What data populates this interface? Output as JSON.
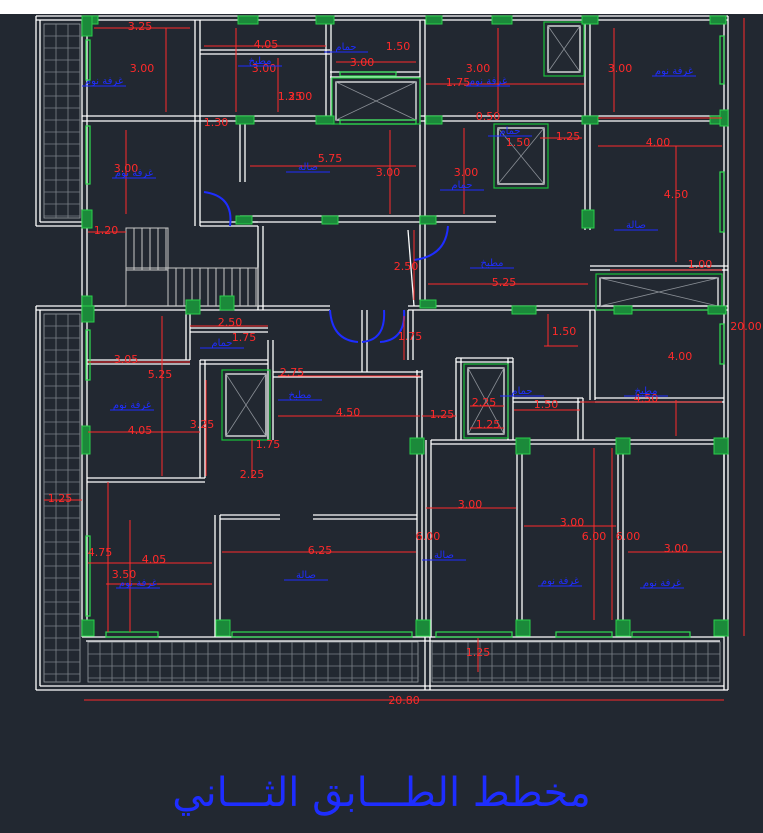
{
  "drawing": {
    "title": "مخطط الطـــابق الثـــاني",
    "total_width": "20.80",
    "total_height": "20.00",
    "dimension_texts": [
      "3.25",
      "4.05",
      "1.50",
      "3.00",
      "3.00",
      "3.00",
      "3.00",
      "1.75",
      "3.00",
      "3.00",
      "1.25",
      "1.30",
      "3.00",
      "5.75",
      "3.00",
      "3.00",
      "1.50",
      "0.50",
      "1.25",
      "4.00",
      "4.50",
      "1.20",
      "2.50",
      "5.25",
      "1.00",
      "2.50",
      "1.75",
      "1.75",
      "1.50",
      "3.05",
      "5.25",
      "2.75",
      "4.00",
      "4.50",
      "4.05",
      "3.25",
      "4.50",
      "1.25",
      "1.50",
      "2.25",
      "1.25",
      "1.75",
      "2.25",
      "1.25",
      "3.00",
      "3.00",
      "6.00",
      "6.00",
      "4.75",
      "4.05",
      "6.25",
      "3.50",
      "6.00",
      "3.00",
      "1.25"
    ],
    "room_labels": [
      "غرفة نوم",
      "مطبخ",
      "حمام",
      "غرفة نوم",
      "غرفة نوم",
      "غرفة نوم",
      "صالة",
      "حمام",
      "حمام",
      "صالة",
      "مطبخ",
      "حمام",
      "غرفة نوم",
      "مطبخ",
      "حمام",
      "مطبخ",
      "غرفة نوم",
      "صالة",
      "صالة",
      "غرفة نوم",
      "غرفة نوم"
    ]
  },
  "colors": {
    "background": "#222831",
    "wall": "#ffffff",
    "dimension": "#ff2a2a",
    "text": "#1e2dff",
    "window": "#18c23a",
    "column": "#1b8a3a",
    "stairs": "#c8c8c8"
  }
}
